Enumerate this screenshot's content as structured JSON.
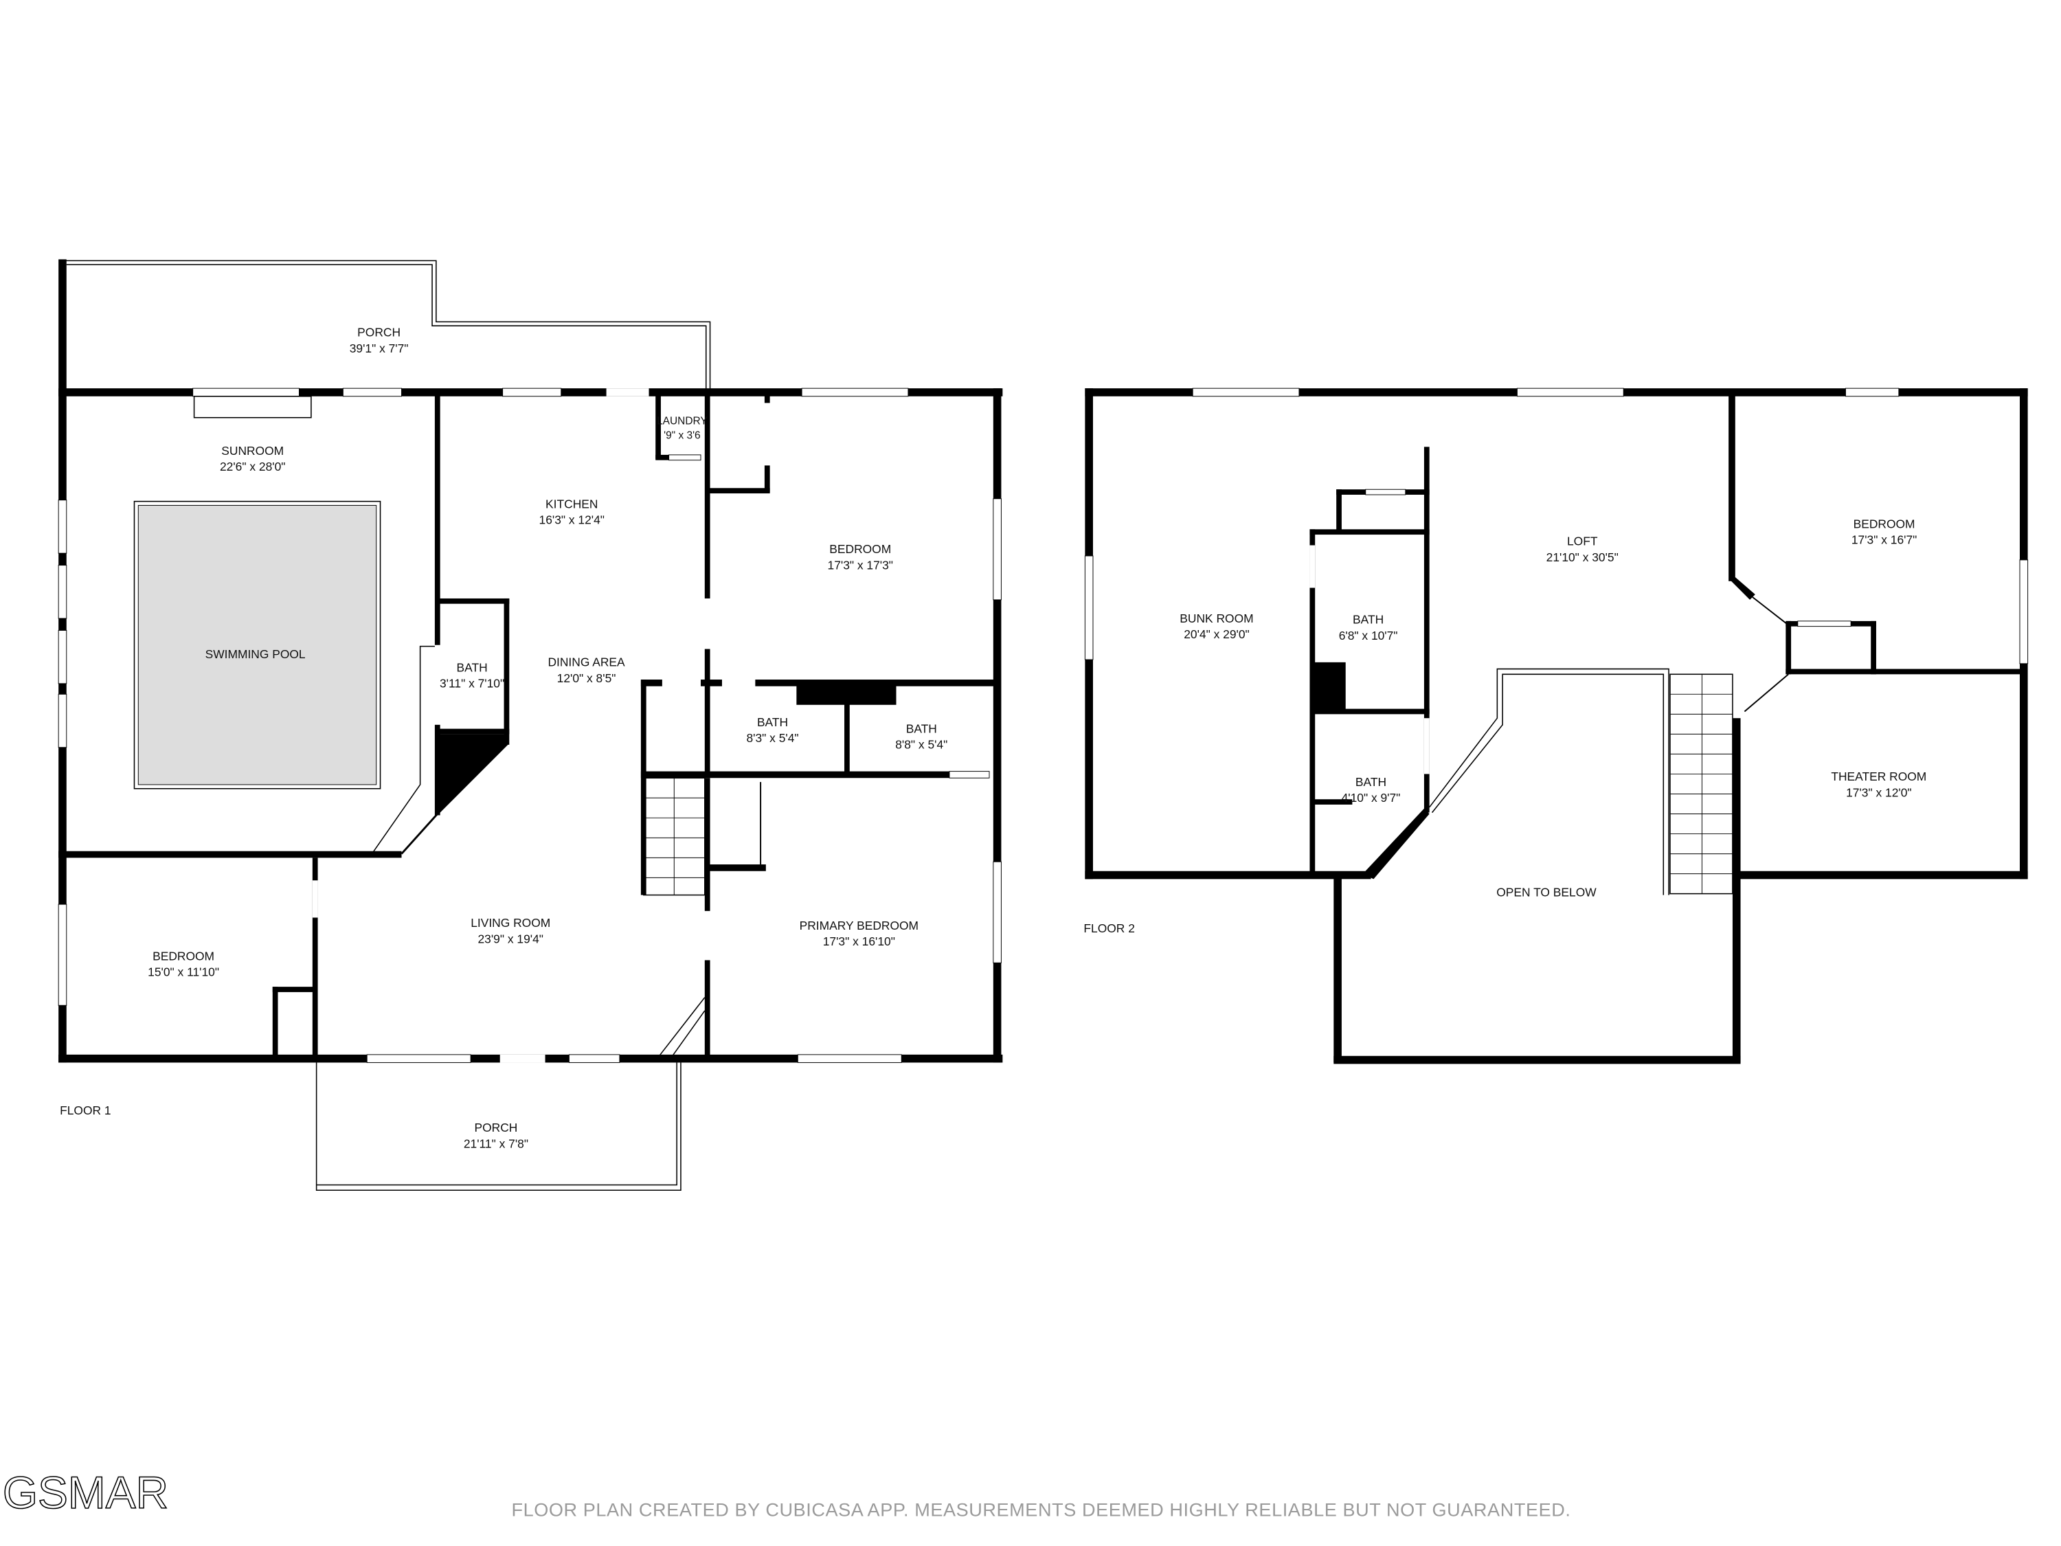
{
  "floor1": {
    "label": "FLOOR 1",
    "rooms": [
      {
        "name": "PORCH",
        "dims": "39'1\" x 7'7\""
      },
      {
        "name": "SUNROOM",
        "dims": "22'6\" x 28'0\""
      },
      {
        "name": "SWIMMING POOL",
        "dims": ""
      },
      {
        "name": "KITCHEN",
        "dims": "16'3\" x 12'4\""
      },
      {
        "name": "LAUNDRY",
        "dims": "'9\" x 3'6"
      },
      {
        "name": "BEDROOM",
        "dims": "17'3\" x 17'3\""
      },
      {
        "name": "BATH",
        "dims": "3'11\" x 7'10\""
      },
      {
        "name": "DINING AREA",
        "dims": "12'0\" x 8'5\""
      },
      {
        "name": "BATH",
        "dims": "8'3\" x 5'4\""
      },
      {
        "name": "BATH",
        "dims": "8'8\" x 5'4\""
      },
      {
        "name": "BEDROOM",
        "dims": "15'0\" x 11'10\""
      },
      {
        "name": "LIVING ROOM",
        "dims": "23'9\" x 19'4\""
      },
      {
        "name": "PRIMARY BEDROOM",
        "dims": "17'3\" x 16'10\""
      },
      {
        "name": "PORCH",
        "dims": "21'11\" x 7'8\""
      }
    ]
  },
  "floor2": {
    "label": "FLOOR 2",
    "rooms": [
      {
        "name": "BUNK ROOM",
        "dims": "20'4\" x 29'0\""
      },
      {
        "name": "BATH",
        "dims": "6'8\" x 10'7\""
      },
      {
        "name": "BATH",
        "dims": "4'10\" x 9'7\""
      },
      {
        "name": "LOFT",
        "dims": "21'10\" x 30'5\""
      },
      {
        "name": "BEDROOM",
        "dims": "17'3\" x 16'7\""
      },
      {
        "name": "THEATER ROOM",
        "dims": "17'3\" x 12'0\""
      },
      {
        "name": "OPEN TO BELOW",
        "dims": ""
      }
    ]
  },
  "footer": "FLOOR PLAN CREATED BY CUBICASA APP. MEASUREMENTS DEEMED HIGHLY RELIABLE BUT NOT GUARANTEED.",
  "logo": "GSMAR",
  "colors": {
    "wall": "#000000",
    "pool": "#dddddd",
    "footer_text": "#9a9a9a"
  }
}
